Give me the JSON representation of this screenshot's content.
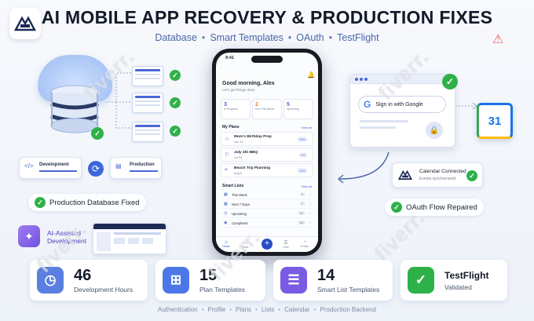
{
  "header": {
    "title": "AI MOBILE APP RECOVERY & PRODUCTION FIXES",
    "subtitle_items": [
      "Database",
      "Smart Templates",
      "OAuth",
      "TestFlight"
    ]
  },
  "left": {
    "dev_label": "Development",
    "prod_label": "Production",
    "db_fixed_label": "Production Database Fixed",
    "ai_label_1": "AI-Assisted",
    "ai_label_2": "Development"
  },
  "phone": {
    "time": "9:41",
    "greeting": "Good morning, Alex",
    "greeting_sub": "Let's get things done.",
    "stats": [
      {
        "n": "3",
        "l": "In Progress"
      },
      {
        "n": "2",
        "l": "Due This Week"
      },
      {
        "n": "5",
        "l": "Upcoming"
      }
    ],
    "plans_header": "My Plans",
    "view_all": "View all",
    "plans": [
      {
        "icon": "☆",
        "title": "Mom's Birthday Prep",
        "date": "Jun 14",
        "pct": "33%"
      },
      {
        "icon": "⚐",
        "title": "July 4th BBQ",
        "date": "Jul 04",
        "pct": "0%"
      },
      {
        "icon": "⌖",
        "title": "Beach Trip Planning",
        "date": "Aug 5",
        "pct": "25%"
      }
    ],
    "smart_header": "Smart Lists",
    "smart_view_all": "View all",
    "lists": [
      {
        "title": "This Week",
        "count": "4"
      },
      {
        "title": "Next 7 Days",
        "count": "7"
      },
      {
        "title": "Upcoming",
        "count": "12"
      },
      {
        "title": "Completed",
        "count": "24"
      }
    ],
    "tabs": [
      "Home",
      "Plans",
      "Lists",
      "Profile"
    ]
  },
  "right": {
    "google_signin": "Sign in with Google",
    "calendar_day": "31",
    "cal_connected": "Calendar Connected",
    "cal_synced": "Events synchronized",
    "oauth_repaired": "OAuth Flow Repaired"
  },
  "stats": [
    {
      "value": "46",
      "label": "Development Hours",
      "color": "#5b7fe0",
      "icon": "clock-icon"
    },
    {
      "value": "15",
      "label": "Plan Templates",
      "color": "#4b78e6",
      "icon": "grid-icon"
    },
    {
      "value": "14",
      "label": "Smart List Templates",
      "color": "#7a5be3",
      "icon": "list-icon"
    },
    {
      "title": "TestFlight",
      "label": "Validated",
      "color": "#2fb14a",
      "icon": "check-icon"
    }
  ],
  "footer_items": [
    "Authentication",
    "Profile",
    "Plans",
    "Lists",
    "Calendar",
    "Production Backend"
  ],
  "watermark": "fiverr."
}
